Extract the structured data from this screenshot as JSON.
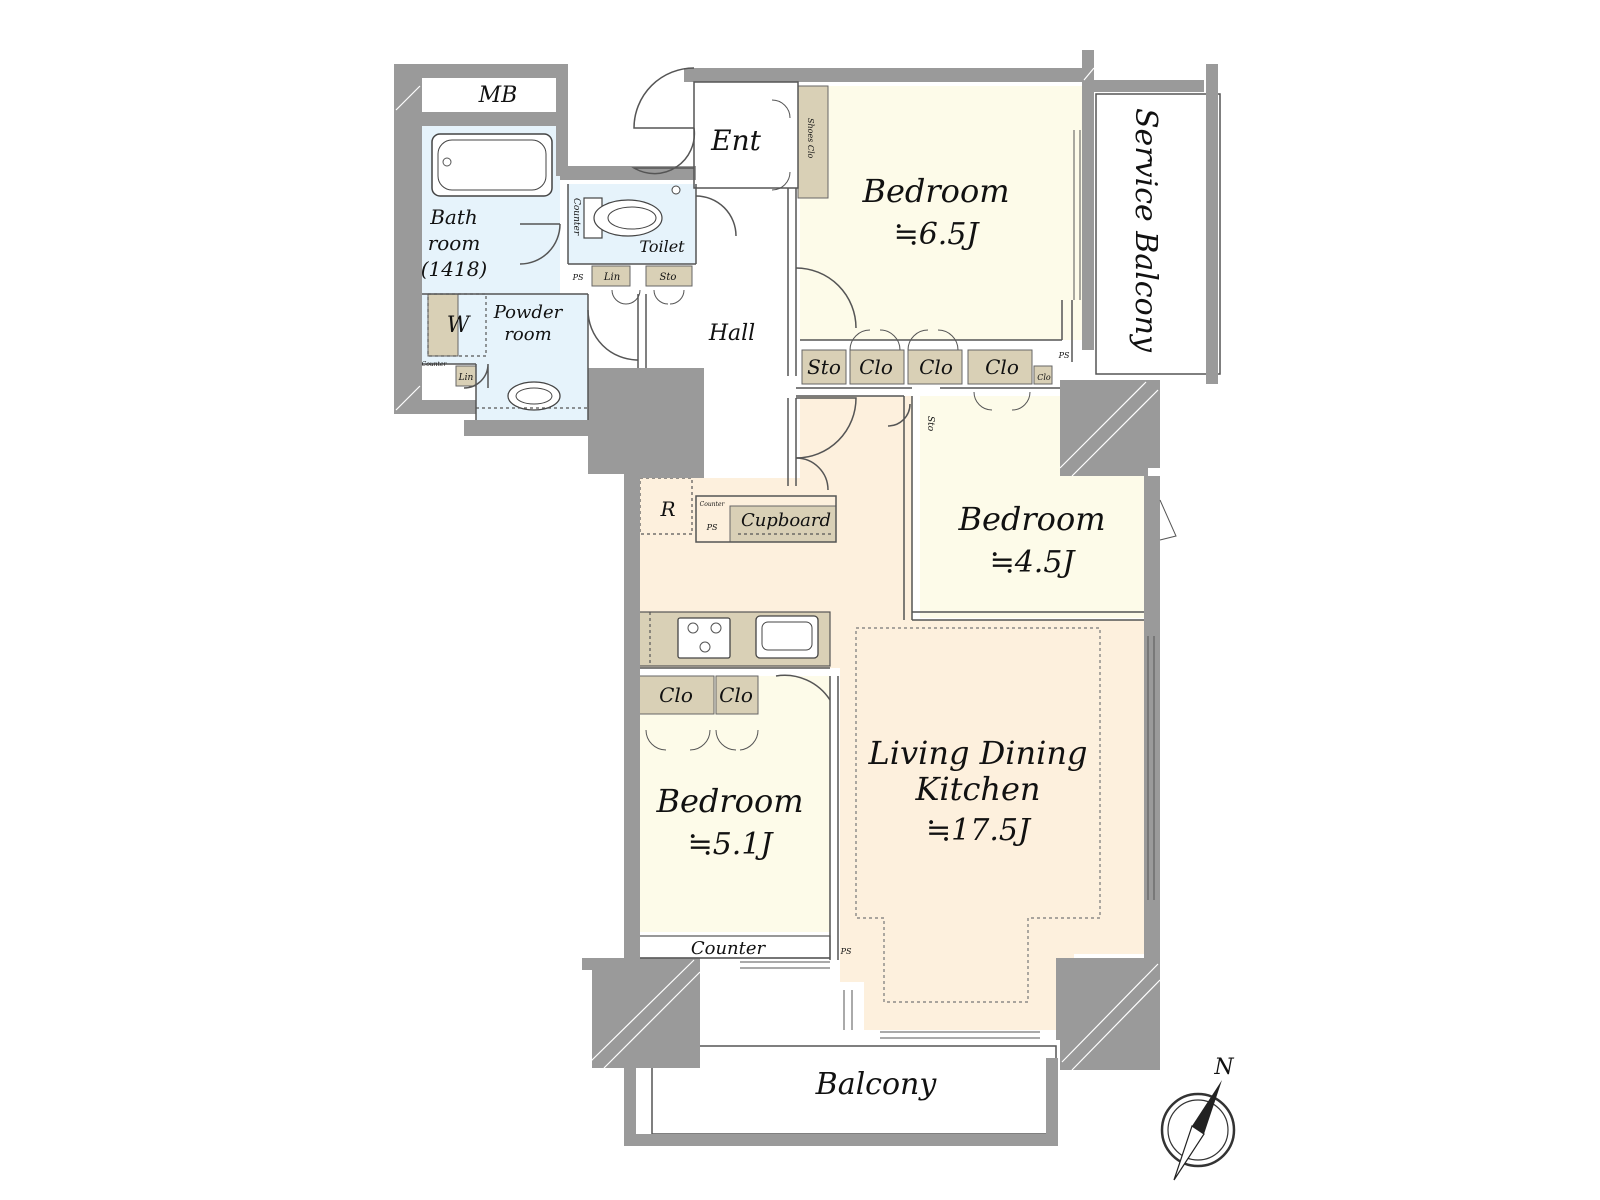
{
  "rooms": {
    "mb": "MB",
    "entrance": "Ent",
    "shoes_closet": "Shoes Clo",
    "bedroom1_name": "Bedroom",
    "bedroom1_size": "≒6.5J",
    "service_balcony": "Service Balcony",
    "bath_line1": "Bath",
    "bath_line2": "room",
    "bath_line3": "(1418)",
    "counter_vertical": "Counter",
    "toilet": "Toilet",
    "ps": "PS",
    "linen": "Lin",
    "storage": "Sto",
    "powder_line1": "Powder",
    "powder_line2": "room",
    "washer": "W",
    "counter_small": "Counter",
    "hall": "Hall",
    "closet": "Clo",
    "refrigerator": "R",
    "cupboard": "Cupboard",
    "bedroom2_name": "Bedroom",
    "bedroom2_size": "≒4.5J",
    "ldk_line1": "Living Dining",
    "ldk_line2": "Kitchen",
    "ldk_size": "≒17.5J",
    "bedroom3_name": "Bedroom",
    "bedroom3_size": "≒5.1J",
    "counter": "Counter",
    "balcony": "Balcony"
  },
  "compass": {
    "label": "N"
  },
  "colors": {
    "wall": "#9a9a9a",
    "bedroom": "#fdfbe9",
    "ldk": "#fdf0dd",
    "wet": "#e6f3fb",
    "storage": "#d9d0b6",
    "hall": "#ffffff"
  }
}
